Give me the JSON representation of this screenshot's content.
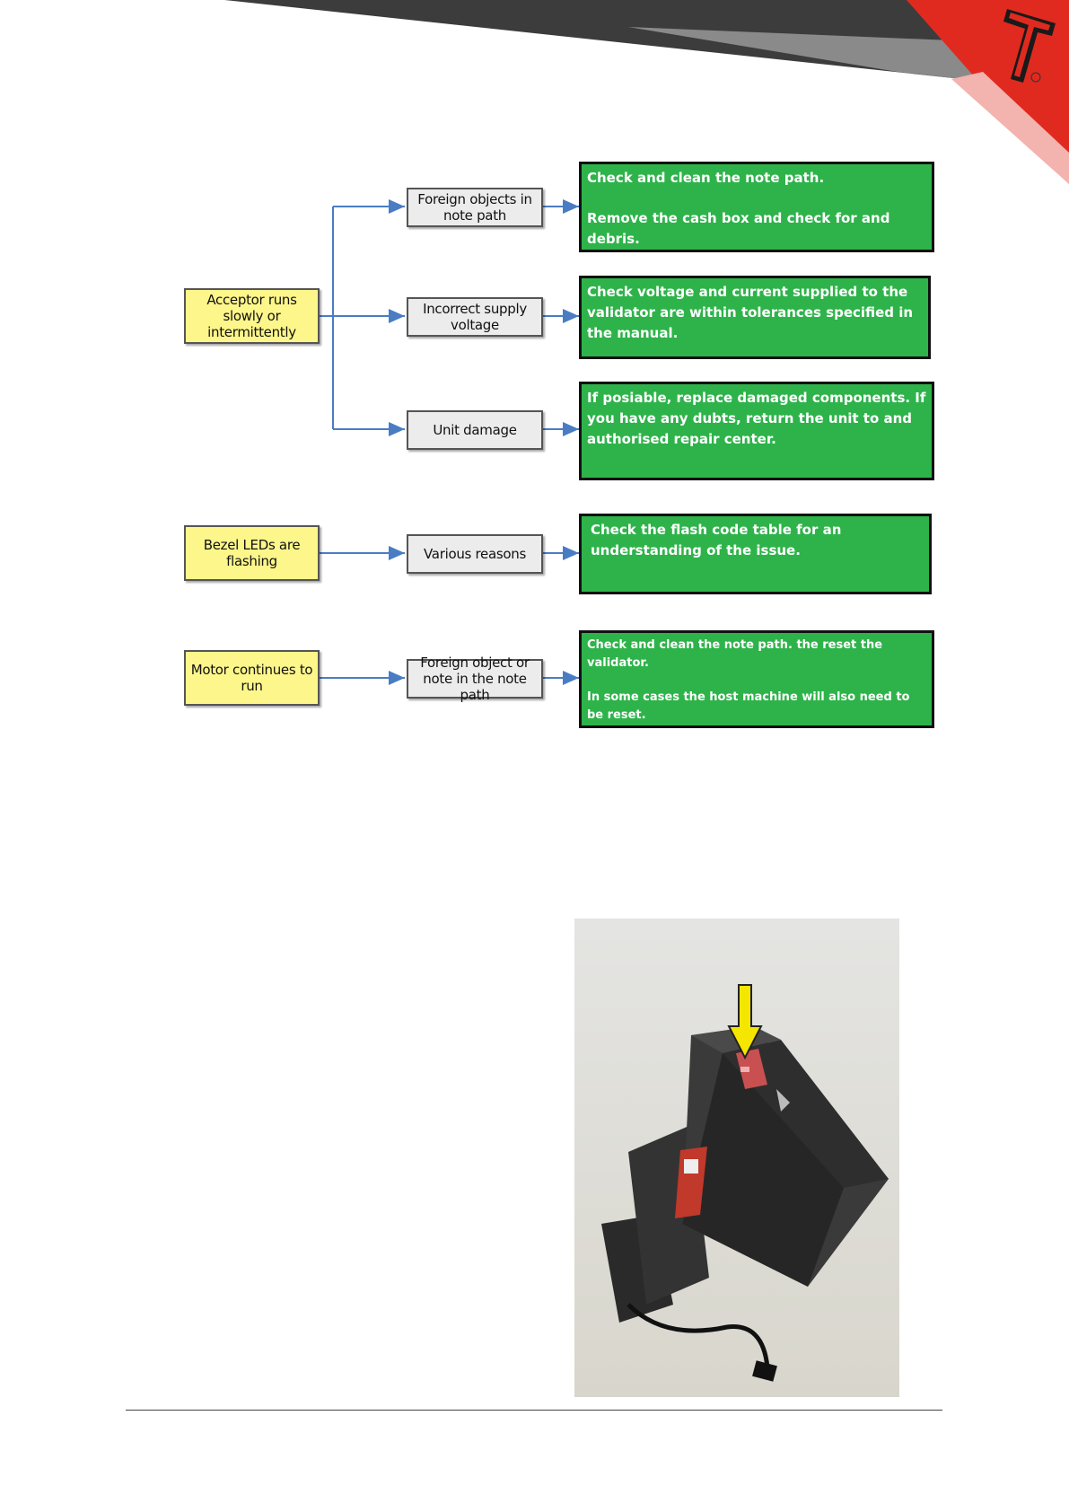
{
  "brand": {
    "logo": "Innovative Technology logo-icon",
    "colors": {
      "dark_band": "#3a3a3a",
      "red_accent": "#e02a1f",
      "green": "#2eb34a",
      "yellow": "#fdf68a"
    }
  },
  "flow": {
    "group1": {
      "symptom": "Acceptor runs slowly or intermittently",
      "items": [
        {
          "reason": "Foreign objects in note path",
          "action_line1": "Check and clean the note path.",
          "action_line2": "Remove the cash box and check for and debris."
        },
        {
          "reason": "Incorrect supply voltage",
          "action_line1": "Check voltage and current supplied to the validator are within tolerances specified in the manual."
        },
        {
          "reason": "Unit damage",
          "action_line1": "If posiable, replace damaged components. If you have any dubts, return the unit to and authorised repair center."
        }
      ]
    },
    "group2": {
      "symptom": "Bezel LEDs are flashing",
      "reason": "Various reasons",
      "action_line1": "Check the flash code table for an understanding of the issue."
    },
    "group3": {
      "symptom": "Motor continues to run",
      "reason": "Foreign object or note in the note path",
      "action_line1": "Check and clean the note path. the reset the validator.",
      "action_line2": "In some cases the host machine will also need to be reset."
    }
  },
  "photo": {
    "description_icon": "note-validator-photo",
    "arrow_color": "#f5e600"
  }
}
